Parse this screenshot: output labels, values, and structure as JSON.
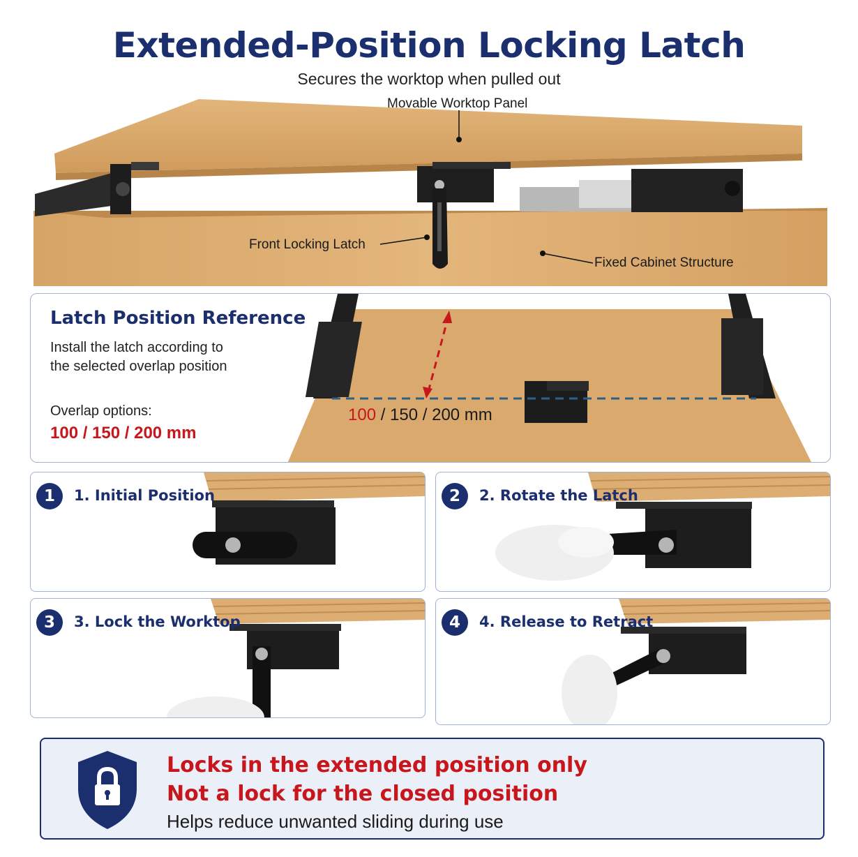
{
  "header": {
    "title": "Extended-Position Locking Latch",
    "subtitle": "Secures the worktop when pulled out"
  },
  "hero": {
    "callouts": {
      "worktop": "Movable Worktop Panel",
      "latch": "Front Locking Latch",
      "cabinet": "Fixed Cabinet Structure"
    }
  },
  "reference": {
    "title": "Latch Position Reference",
    "description": "Install the latch according to the selected overlap position",
    "overlap_label": "Overlap options:",
    "overlap_values": "100 / 150 / 200 mm",
    "measure_highlight": "100",
    "measure_rest": " / 150 / 200 mm"
  },
  "steps": [
    {
      "number": "1",
      "label": "1. Initial Position"
    },
    {
      "number": "2",
      "label": "2. Rotate the Latch"
    },
    {
      "number": "3",
      "label": "3. Lock the Worktop"
    },
    {
      "number": "4",
      "label": "4. Release to Retract"
    }
  ],
  "notice": {
    "line1": "Locks in the extended position only",
    "line2": "Not a lock for the closed position",
    "line3": "Helps reduce unwanted sliding during use",
    "icon": "lock-shield-icon"
  },
  "colors": {
    "navy": "#1b2f6e",
    "red": "#c8161d",
    "wood": "#d9a96d",
    "panel_border": "#9fb2d4"
  }
}
